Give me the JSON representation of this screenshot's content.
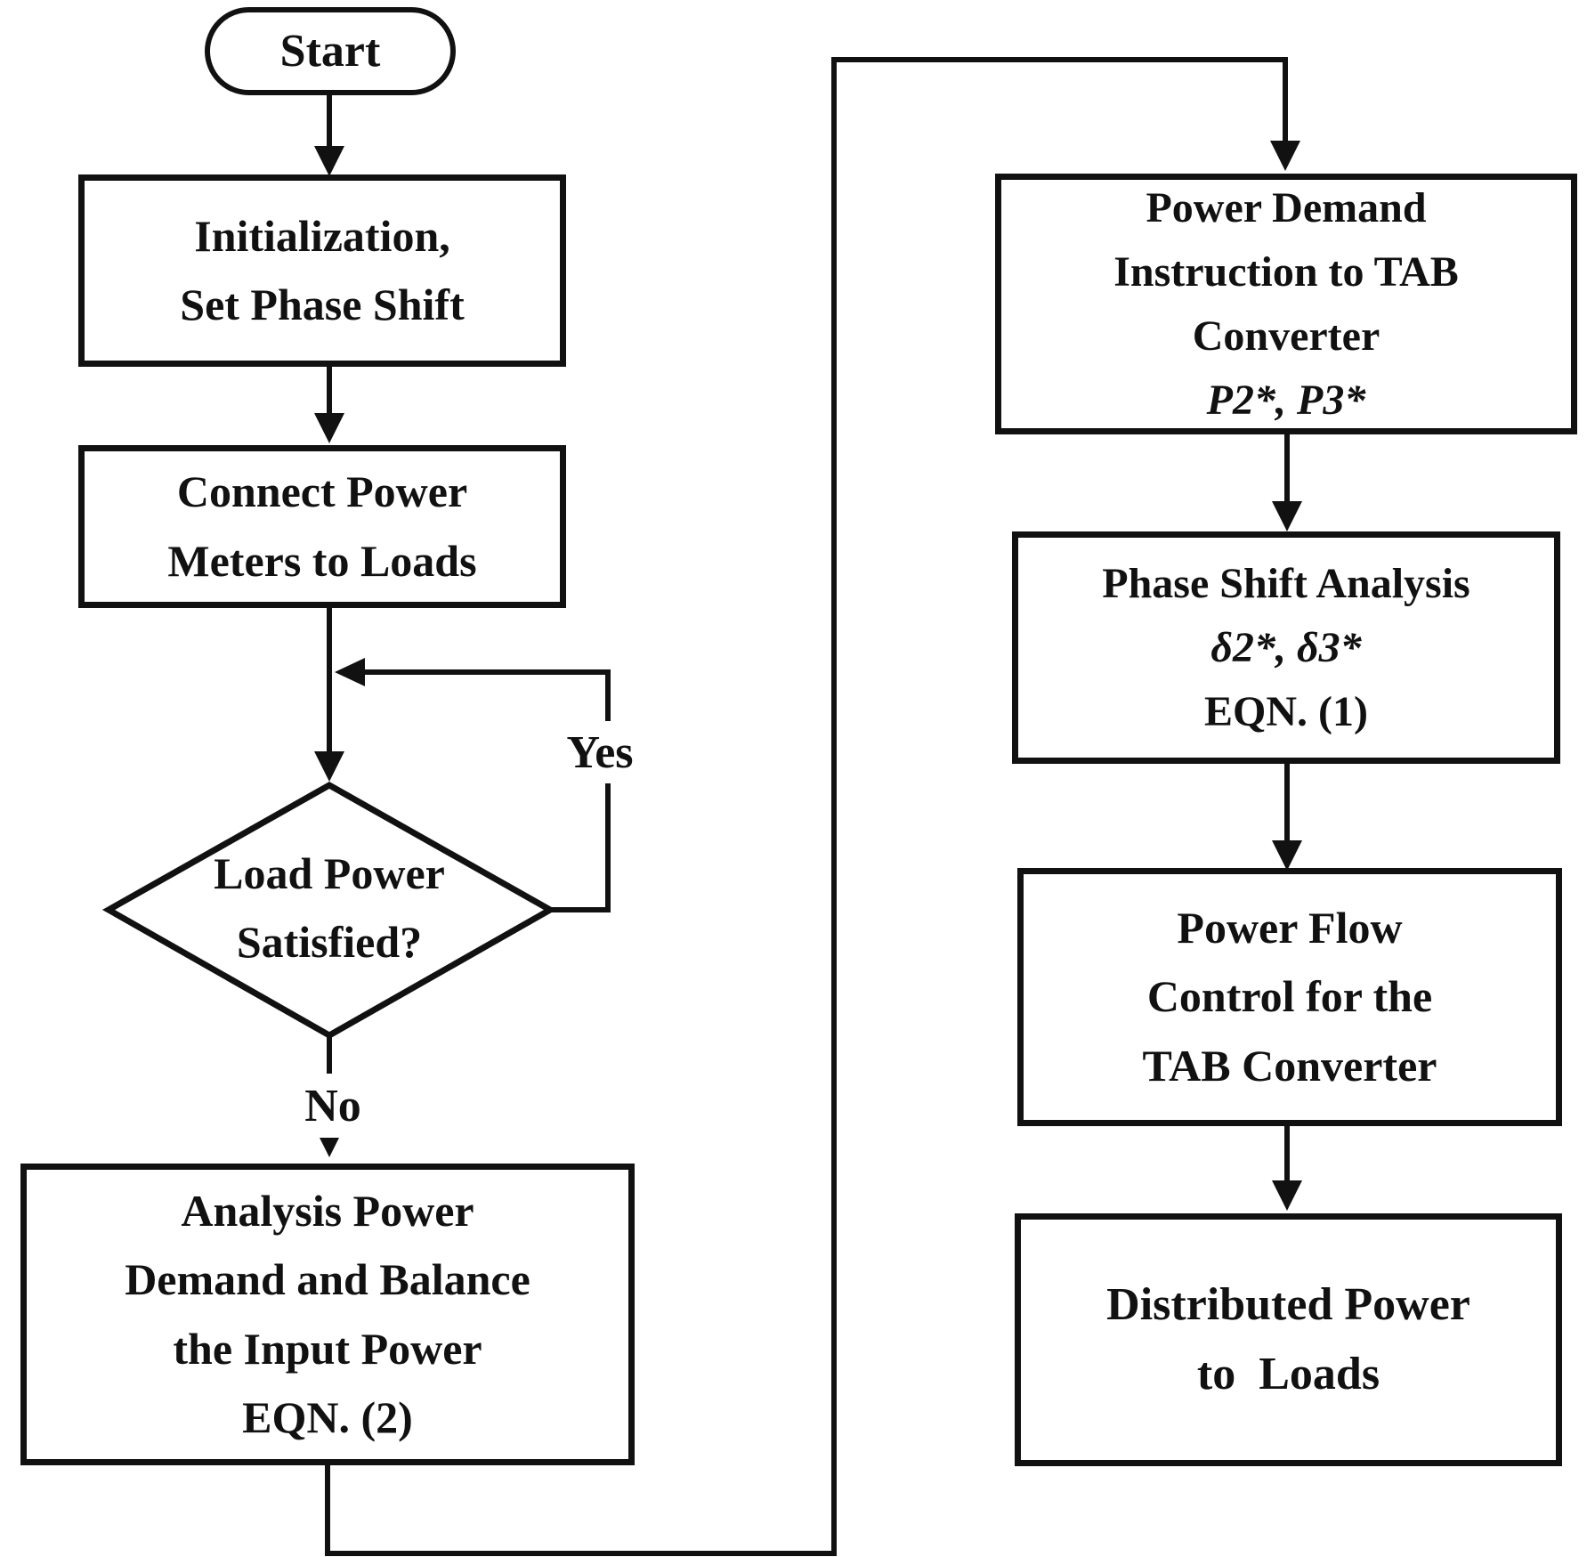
{
  "diagram": {
    "nodes": {
      "start": {
        "label": "Start"
      },
      "initialization": {
        "label": "Initialization,\nSet Phase Shift"
      },
      "connect_meters": {
        "label": "Connect Power\nMeters to Loads"
      },
      "load_power_decision": {
        "label": "Load Power\nSatisfied?"
      },
      "analysis_power": {
        "label": "Analysis Power\nDemand and Balance\nthe Input Power\nEQN. (2)"
      },
      "power_demand": {
        "label": "Power Demand\nInstruction to TAB\nConverter",
        "formula": "P2*, P3*"
      },
      "phase_shift": {
        "label": "Phase Shift Analysis",
        "formula": "δ2*, δ3*",
        "equation": "EQN. (1)"
      },
      "power_flow": {
        "label": "Power Flow\nControl for the\nTAB Converter"
      },
      "distributed": {
        "label": "Distributed Power\nto  Loads"
      }
    },
    "edge_labels": {
      "yes": "Yes",
      "no": "No"
    },
    "colors": {
      "ink": "#111111",
      "background": "#ffffff"
    }
  }
}
